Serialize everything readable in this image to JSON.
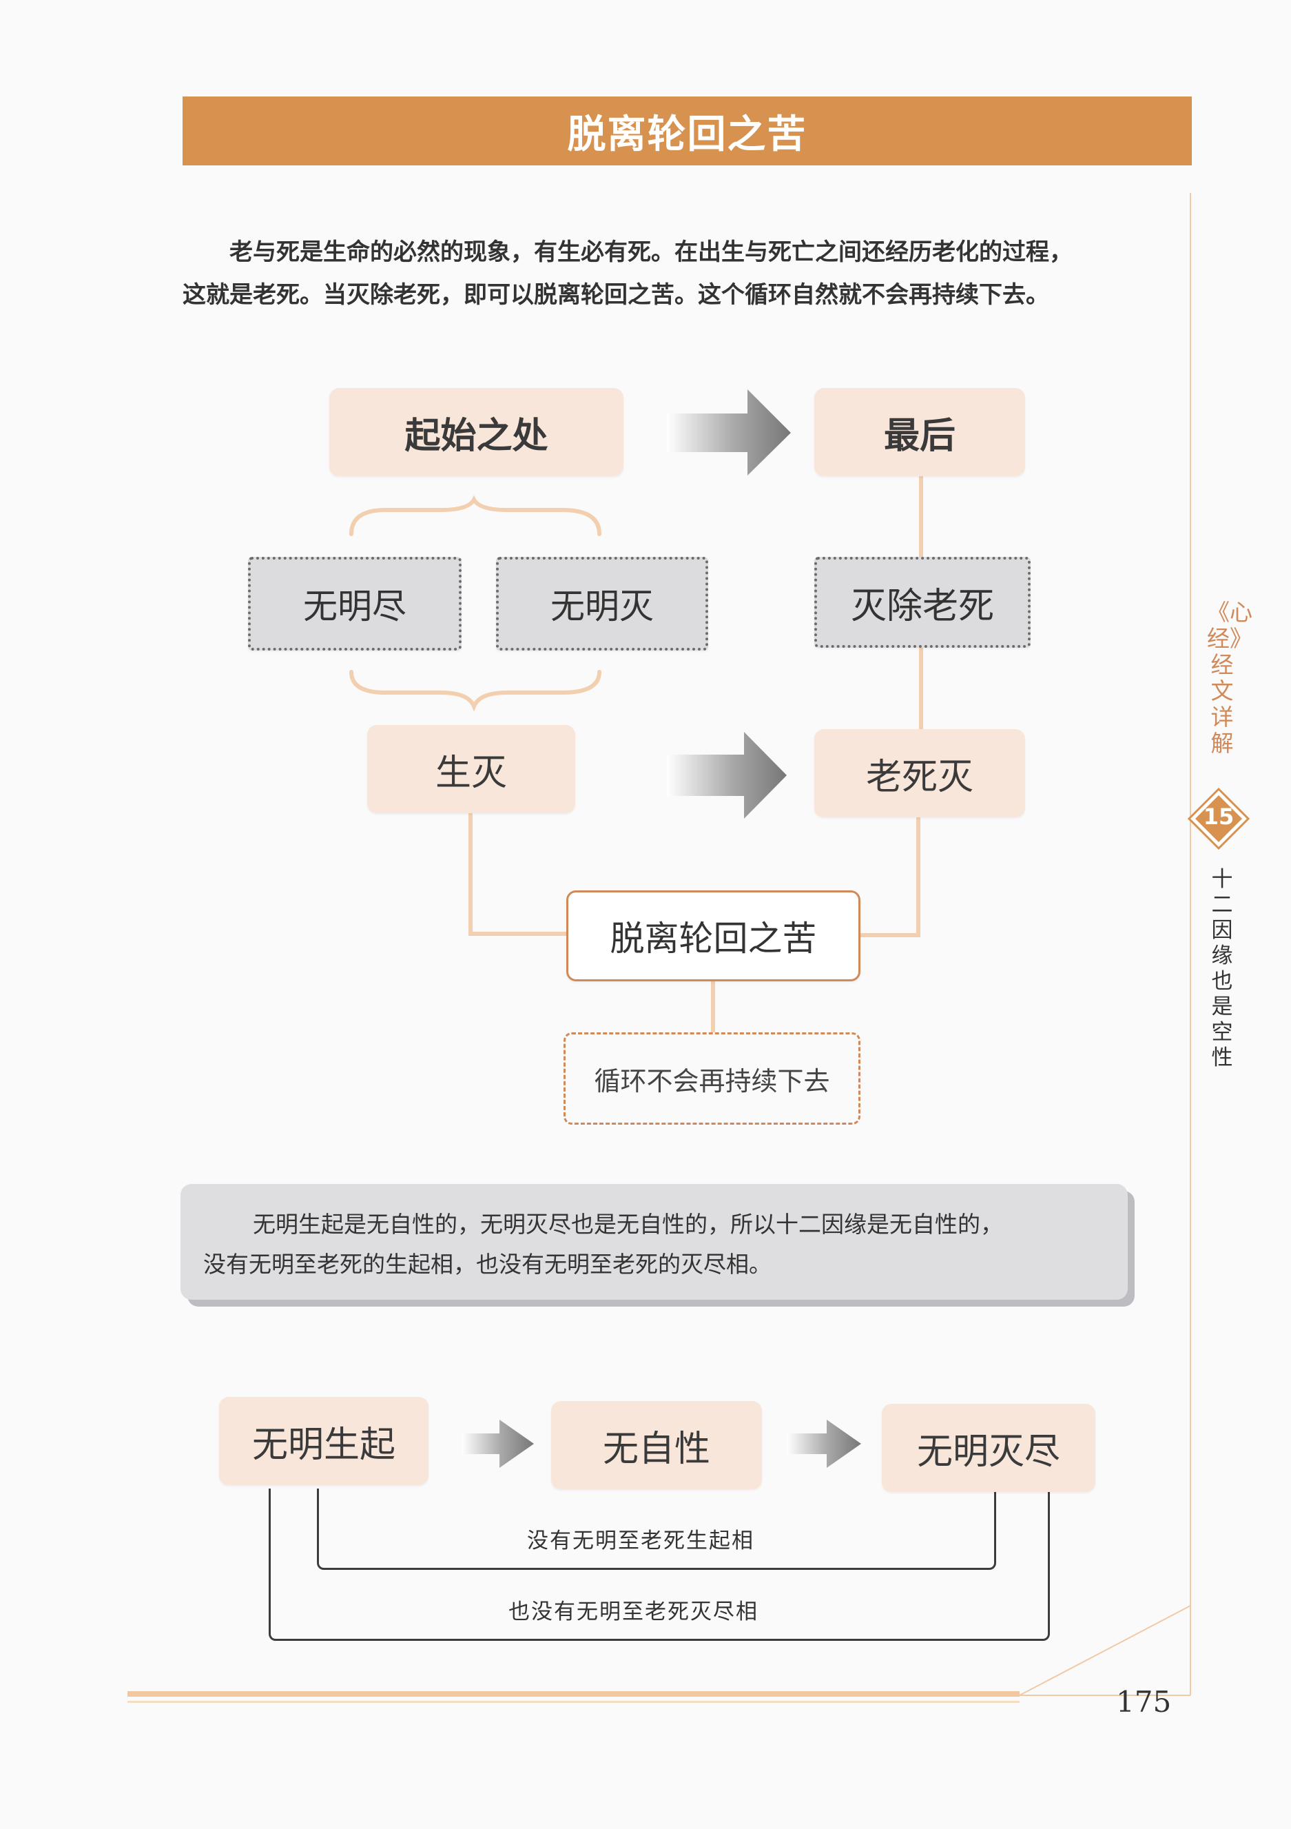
{
  "title": "脱离轮回之苦",
  "intro": {
    "line1": "老与死是生命的必然的现象，有生必有死。在出生与死亡之间还经历老化的过程，",
    "line2": "这就是老死。当灭除老死，即可以脱离轮回之苦。这个循环自然就不会再持续下去。"
  },
  "diagram1": {
    "start": "起始之处",
    "end": "最后",
    "wuming_jin": "无明尽",
    "wuming_mie": "无明灭",
    "miechu_laosi": "灭除老死",
    "shengmie": "生灭",
    "laosimie": "老死灭",
    "result": "脱离轮回之苦",
    "outcome": "循环不会再持续下去"
  },
  "summary": {
    "line1": "无明生起是无自性的，无明灭尽也是无自性的，所以十二因缘是无自性的，",
    "line2": "没有无明至老死的生起相，也没有无明至老死的灭尽相。"
  },
  "diagram2": {
    "box1": "无明生起",
    "box2": "无自性",
    "box3": "无明灭尽",
    "caption1": "没有无明至老死生起相",
    "caption2": "也没有无明至老死灭尽相"
  },
  "side_tab": {
    "book": "《心经》经文详解",
    "chapter": "15",
    "chapter_title": "十二因缘也是空性"
  },
  "page_number": "175",
  "colors": {
    "accent": "#d7924f",
    "box_fill": "#f9e6da",
    "connector": "#f2cfae"
  }
}
